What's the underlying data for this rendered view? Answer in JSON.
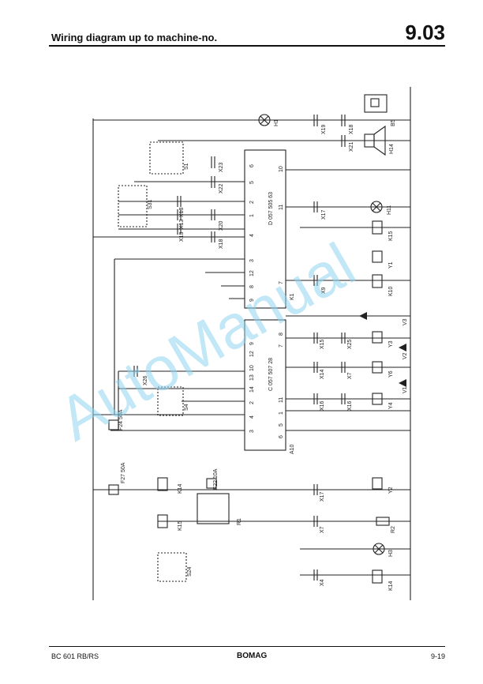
{
  "header": {
    "title": "Wiring diagram up to machine-no.",
    "section": "9.03"
  },
  "footer": {
    "model": "BC 601 RB/RS",
    "brand": "BOMAG",
    "page": "9-19"
  },
  "watermark": "AutoManual",
  "modules": [
    {
      "name": "K1",
      "upper_code": "D 057 505 63",
      "lower_code": "C 057 507 28",
      "connector": "A10"
    }
  ],
  "components": [
    "H1",
    "H14",
    "B5",
    "H11",
    "K15",
    "Y1",
    "K10",
    "V3",
    "Y3",
    "V2",
    "Y6",
    "V1",
    "Y4",
    "Y2",
    "R2",
    "H3",
    "K14",
    "S1",
    "S31",
    "S4",
    "S24",
    "K15",
    "K14",
    "F27 50A",
    "F24 50A",
    "F22 10A",
    "R1"
  ],
  "connectors": [
    "X19",
    "X18",
    "X21",
    "X22",
    "X23",
    "X13",
    "X13",
    "X20",
    "X13",
    "X18",
    "X17",
    "X9",
    "X15",
    "X25",
    "X14",
    "X7",
    "X16",
    "X16",
    "X26",
    "X17",
    "X7",
    "X4"
  ],
  "pins_top": [
    "6",
    "5",
    "2",
    "1",
    "4",
    "3",
    "12",
    "8",
    "9",
    "10",
    "11",
    "7"
  ],
  "pins_bottom": [
    "12",
    "9",
    "10",
    "13",
    "14",
    "2",
    "4",
    "3",
    "11",
    "1",
    "6",
    "5",
    "7",
    "8"
  ],
  "colors": {
    "watermark": "#8fd3ee",
    "ink": "#222222"
  }
}
